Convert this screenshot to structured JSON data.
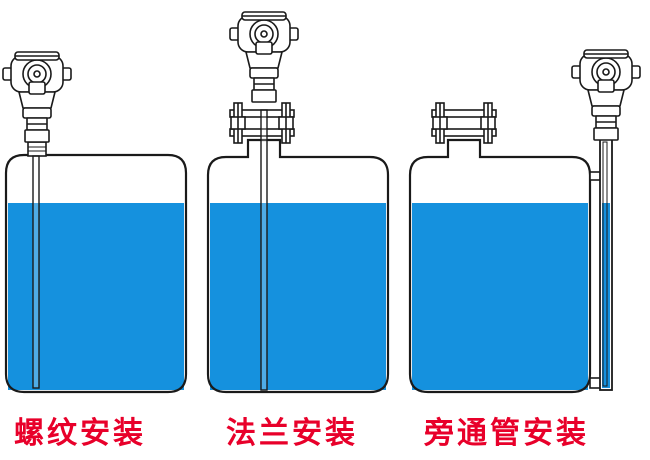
{
  "captions": {
    "thread": "螺纹安装",
    "flange": "法兰安装",
    "bypass": "旁通管安装"
  },
  "colors": {
    "water": "#1591de",
    "water_light": "#2aa3ec",
    "outline": "#1a1a1a",
    "caption": "#e8002a"
  },
  "icons": {
    "transmitter": "pressure-transmitter-icon"
  }
}
